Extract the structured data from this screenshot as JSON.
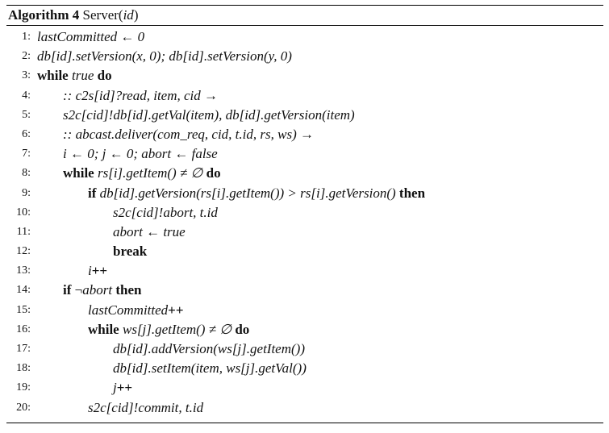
{
  "caption": {
    "label": "Algorithm 4",
    "name": "Server(",
    "arg": "id",
    "close": ")"
  },
  "lines": [
    {
      "num": "1:",
      "indent": 0,
      "parts": [
        {
          "t": "lastCommitted ← 0",
          "s": "mx"
        }
      ]
    },
    {
      "num": "2:",
      "indent": 0,
      "parts": [
        {
          "t": "db[id].setVersion(x, 0); db[id].setVersion(y, 0)",
          "s": "mx"
        }
      ]
    },
    {
      "num": "3:",
      "indent": 0,
      "parts": [
        {
          "t": "while",
          "s": "kw"
        },
        {
          "t": " true ",
          "s": "mx"
        },
        {
          "t": "do",
          "s": "kw"
        }
      ]
    },
    {
      "num": "4:",
      "indent": 1,
      "parts": [
        {
          "t": ":: c2s[id]?read, item, cid →",
          "s": "mx"
        }
      ]
    },
    {
      "num": "5:",
      "indent": 1,
      "parts": [
        {
          "t": "s2c[cid]!db[id].getVal(item), db[id].getVersion(item)",
          "s": "mx"
        }
      ]
    },
    {
      "num": "6:",
      "indent": 1,
      "parts": [
        {
          "t": ":: abcast.deliver(com_req, cid, t.id, rs, ws) →",
          "s": "mx"
        }
      ]
    },
    {
      "num": "7:",
      "indent": 1,
      "parts": [
        {
          "t": "i ← 0; j ← 0; abort ← false",
          "s": "mx"
        }
      ]
    },
    {
      "num": "8:",
      "indent": 1,
      "parts": [
        {
          "t": "while",
          "s": "kw"
        },
        {
          "t": " rs[i].getItem() ≠ ∅ ",
          "s": "mx"
        },
        {
          "t": "do",
          "s": "kw"
        }
      ]
    },
    {
      "num": "9:",
      "indent": 2,
      "parts": [
        {
          "t": "if",
          "s": "kw"
        },
        {
          "t": " db[id].getVersion(rs[i].getItem()) > rs[i].getVersion() ",
          "s": "mx"
        },
        {
          "t": "then",
          "s": "kw"
        }
      ]
    },
    {
      "num": "10:",
      "indent": 3,
      "parts": [
        {
          "t": "s2c[cid]!abort, t.id",
          "s": "mx"
        }
      ]
    },
    {
      "num": "11:",
      "indent": 3,
      "parts": [
        {
          "t": "abort ← true",
          "s": "mx"
        }
      ]
    },
    {
      "num": "12:",
      "indent": 3,
      "parts": [
        {
          "t": "break",
          "s": "kw"
        }
      ]
    },
    {
      "num": "13:",
      "indent": 2,
      "parts": [
        {
          "t": "i",
          "s": "mx"
        },
        {
          "t": "++",
          "s": "kw"
        }
      ]
    },
    {
      "num": "14:",
      "indent": 1,
      "parts": [
        {
          "t": "if",
          "s": "kw"
        },
        {
          "t": " ¬",
          "s": "pl"
        },
        {
          "t": "abort ",
          "s": "mx"
        },
        {
          "t": "then",
          "s": "kw"
        }
      ]
    },
    {
      "num": "15:",
      "indent": 2,
      "parts": [
        {
          "t": "lastCommitted",
          "s": "mx"
        },
        {
          "t": "++",
          "s": "kw"
        }
      ]
    },
    {
      "num": "16:",
      "indent": 2,
      "parts": [
        {
          "t": "while",
          "s": "kw"
        },
        {
          "t": " ws[j].getItem() ≠ ∅ ",
          "s": "mx"
        },
        {
          "t": "do",
          "s": "kw"
        }
      ]
    },
    {
      "num": "17:",
      "indent": 3,
      "parts": [
        {
          "t": "db[id].addVersion(ws[j].getItem())",
          "s": "mx"
        }
      ]
    },
    {
      "num": "18:",
      "indent": 3,
      "parts": [
        {
          "t": "db[id].setItem(item, ws[j].getVal())",
          "s": "mx"
        }
      ]
    },
    {
      "num": "19:",
      "indent": 3,
      "parts": [
        {
          "t": "j",
          "s": "mx"
        },
        {
          "t": "++",
          "s": "kw"
        }
      ]
    },
    {
      "num": "20:",
      "indent": 2,
      "parts": [
        {
          "t": "s2c[cid]!commit, t.id",
          "s": "mx"
        }
      ]
    }
  ]
}
